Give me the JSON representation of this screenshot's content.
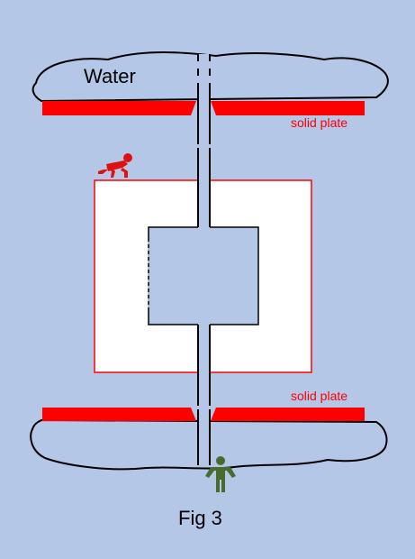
{
  "labels": {
    "water": "Water",
    "solid_plate_top": "solid plate",
    "solid_plate_bottom": "solid plate",
    "caption": "Fig 3"
  },
  "colors": {
    "background": "#b4c7e7",
    "plate": "#ff0000",
    "frame_outline": "#ff0000",
    "frame_fill": "#ffffff",
    "climber": "#e01010",
    "standing_person": "#4a6b30",
    "outline": "#000000"
  },
  "icons": {
    "crawling_person": "crawling-person-icon",
    "standing_person": "standing-person-icon"
  }
}
